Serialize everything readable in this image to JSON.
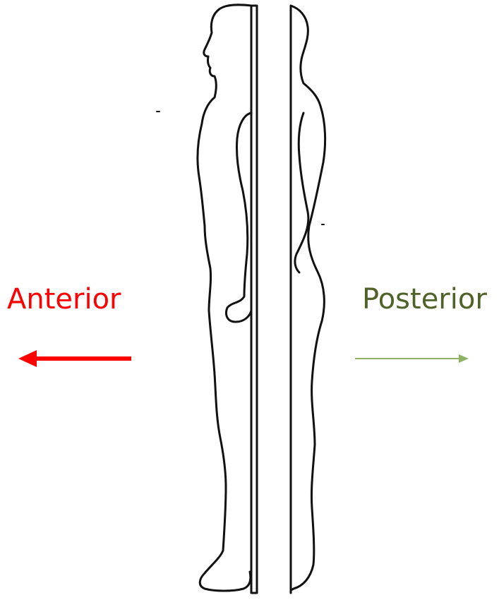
{
  "labels": {
    "anterior": "Anterior",
    "posterior": "Posterior"
  },
  "colors": {
    "anterior": "#ff0000",
    "posterior": "#4f6228",
    "posterior_arrow": "#8db360",
    "outline": "#111111"
  },
  "icons": {
    "anterior_arrow": "arrow-left",
    "posterior_arrow": "arrow-right"
  }
}
